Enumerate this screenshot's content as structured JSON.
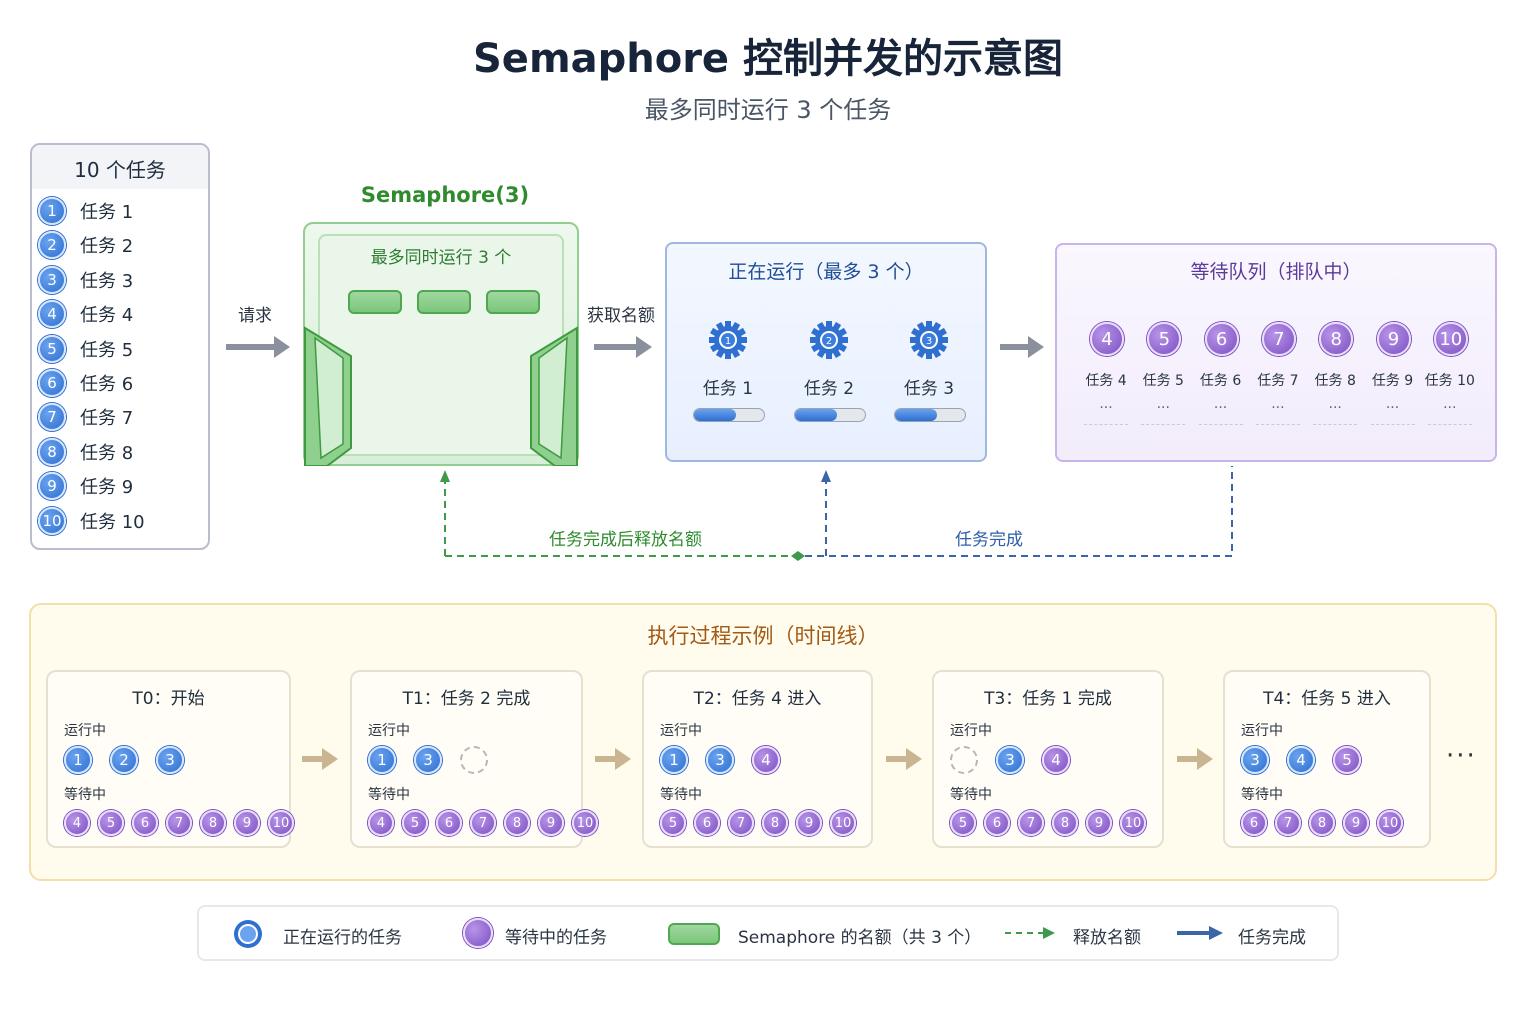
{
  "title": "Semaphore 控制并发的示意图",
  "subtitle": "最多同时运行 3 个任务",
  "task_panel": {
    "header": "10 个任务",
    "tasks": [
      {
        "num": "1",
        "label": "任务 1"
      },
      {
        "num": "2",
        "label": "任务 2"
      },
      {
        "num": "3",
        "label": "任务 3"
      },
      {
        "num": "4",
        "label": "任务 4"
      },
      {
        "num": "5",
        "label": "任务 5"
      },
      {
        "num": "6",
        "label": "任务 6"
      },
      {
        "num": "7",
        "label": "任务 7"
      },
      {
        "num": "8",
        "label": "任务 8"
      },
      {
        "num": "9",
        "label": "任务 9"
      },
      {
        "num": "10",
        "label": "任务 10"
      }
    ]
  },
  "arrow_labels": {
    "request": "请求",
    "acquire": "获取名额"
  },
  "semaphore": {
    "title": "Semaphore(3)",
    "caption": "最多同时运行 3 个"
  },
  "running": {
    "title": "正在运行（最多 3 个）",
    "tasks": [
      {
        "num": "1",
        "label": "任务 1",
        "progress": 0.6
      },
      {
        "num": "2",
        "label": "任务 2",
        "progress": 0.6
      },
      {
        "num": "3",
        "label": "任务 3",
        "progress": 0.6
      }
    ]
  },
  "waiting": {
    "title": "等待队列（排队中）",
    "tasks": [
      {
        "num": "4",
        "label": "任务 4",
        "dots": "···"
      },
      {
        "num": "5",
        "label": "任务 5",
        "dots": "···"
      },
      {
        "num": "6",
        "label": "任务 6",
        "dots": "···"
      },
      {
        "num": "7",
        "label": "任务 7",
        "dots": "···"
      },
      {
        "num": "8",
        "label": "任务 8",
        "dots": "···"
      },
      {
        "num": "9",
        "label": "任务 9",
        "dots": "···"
      },
      {
        "num": "10",
        "label": "任务 10",
        "dots": "···"
      }
    ]
  },
  "flows": {
    "release": "任务完成后释放名额",
    "complete": "任务完成"
  },
  "timeline": {
    "title": "执行过程示例（时间线）",
    "running_label": "运行中",
    "waiting_label": "等待中",
    "more": "···",
    "steps": [
      {
        "title": "T0：开始",
        "running": [
          "1",
          "2",
          "3"
        ],
        "waiting": [
          "4",
          "5",
          "6",
          "7",
          "8",
          "9",
          "10"
        ]
      },
      {
        "title": "T1：任务 2 完成",
        "running": [
          "1",
          "3",
          ""
        ],
        "waiting": [
          "4",
          "5",
          "6",
          "7",
          "8",
          "9",
          "10"
        ]
      },
      {
        "title": "T2：任务 4 进入",
        "running": [
          "1",
          "3",
          "4"
        ],
        "waiting": [
          "5",
          "6",
          "7",
          "8",
          "9",
          "10"
        ]
      },
      {
        "title": "T3：任务 1 完成",
        "running": [
          "",
          "3",
          "4"
        ],
        "waiting": [
          "5",
          "6",
          "7",
          "8",
          "9",
          "10"
        ]
      },
      {
        "title": "T4：任务 5 进入",
        "running": [
          "3",
          "4",
          "5"
        ],
        "waiting": [
          "6",
          "7",
          "8",
          "9",
          "10"
        ]
      }
    ]
  },
  "legend": {
    "running": "正在运行的任务",
    "waiting": "等待中的任务",
    "permit": "Semaphore 的名额（共 3 个）",
    "release": "释放名额",
    "complete": "任务完成"
  },
  "colors": {
    "running": "#2e6fd0",
    "waiting": "#7c4fc2",
    "permit": "#7cc67c",
    "release": "#2e8b2e",
    "complete": "#2d5fa8"
  }
}
